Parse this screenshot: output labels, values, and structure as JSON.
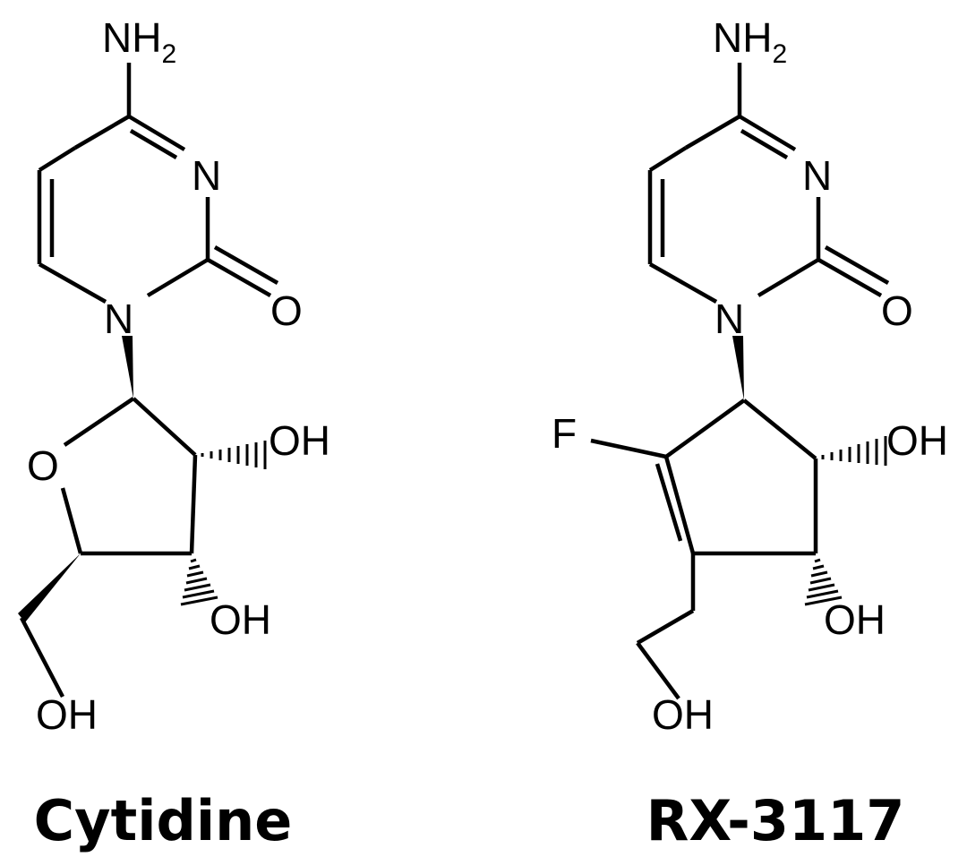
{
  "molecules": [
    {
      "name": "Cytidine",
      "atoms": {
        "amine": "NH",
        "amine_sub": "2",
        "ring_n_top": "N",
        "ring_n_bottom": "N",
        "carbonyl_o": "O",
        "ring_o": "O",
        "oh_2": "OH",
        "oh_3": "OH",
        "oh_5": "OH"
      }
    },
    {
      "name": "RX-3117",
      "atoms": {
        "amine": "NH",
        "amine_sub": "2",
        "ring_n_top": "N",
        "ring_n_bottom": "N",
        "carbonyl_o": "O",
        "fluorine": "F",
        "oh_2": "OH",
        "oh_3": "OH",
        "oh_5": "OH"
      }
    }
  ]
}
